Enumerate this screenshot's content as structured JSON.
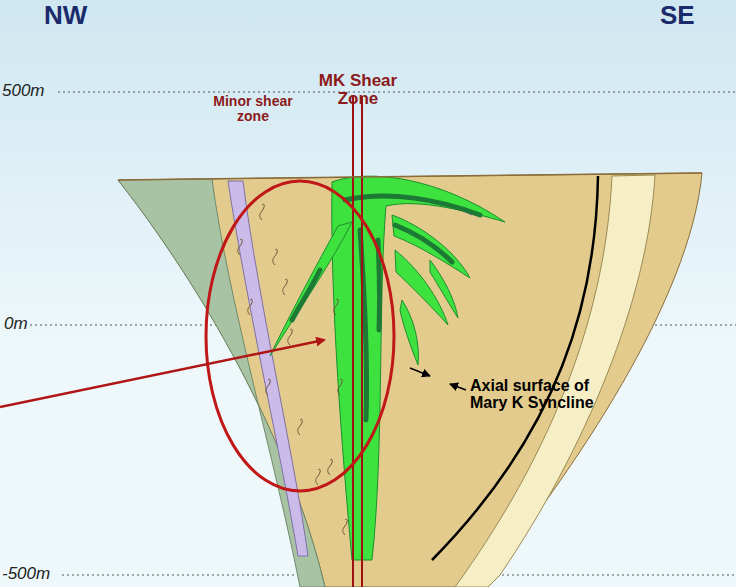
{
  "diagram": {
    "labels": [
      "NW",
      "SE",
      "500m",
      "0m",
      "-500m",
      "Minor shear zone",
      "MK Shear Zone",
      "Axial surface of Mary K Syncline"
    ]
  }
}
